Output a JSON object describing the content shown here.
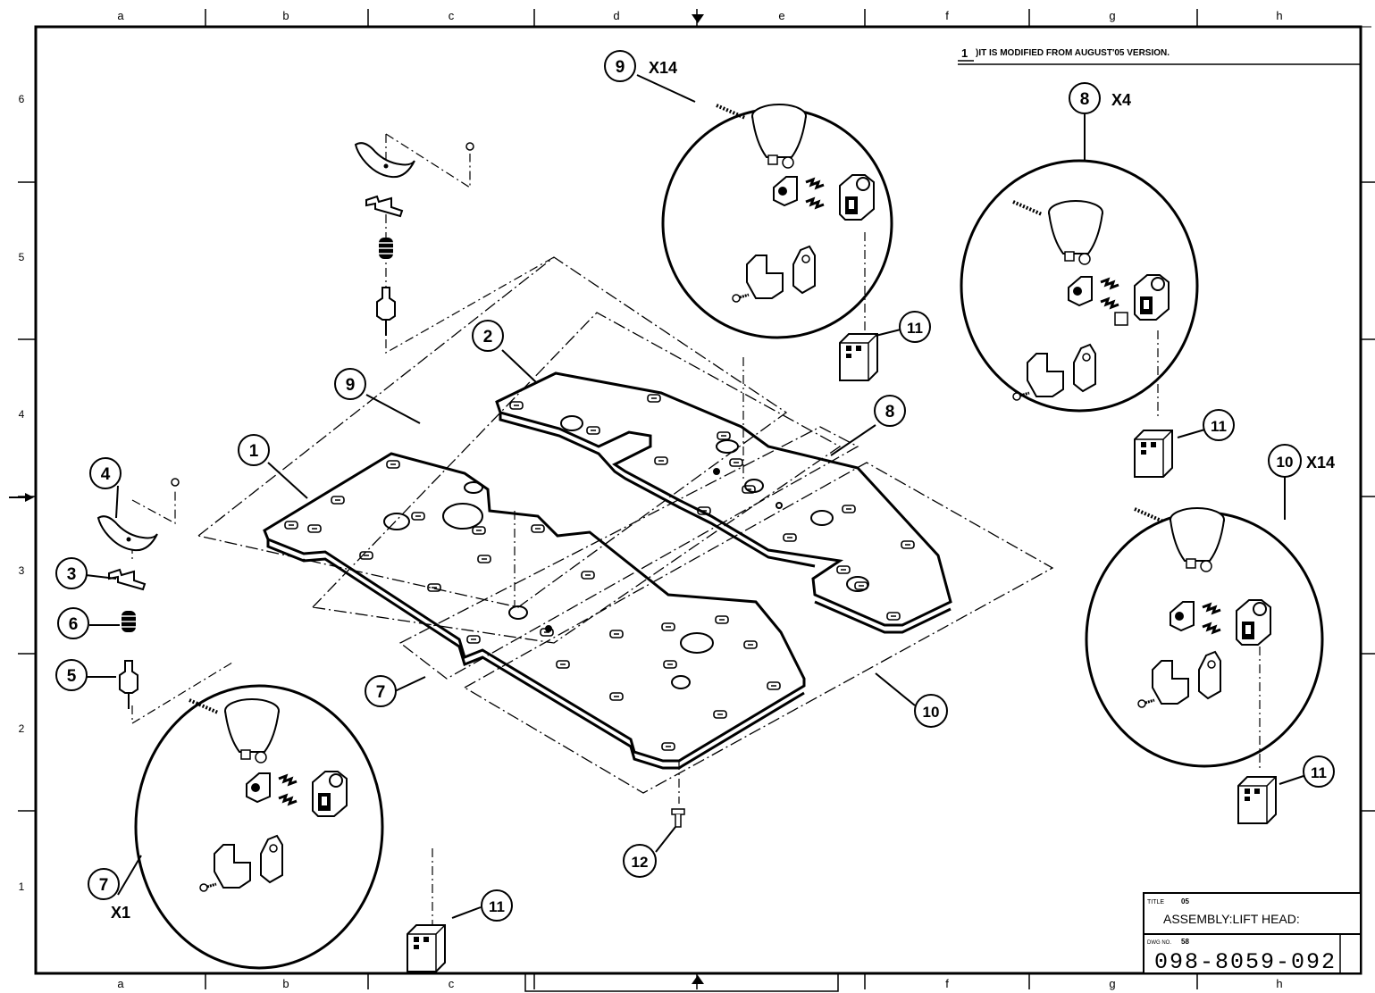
{
  "drawing": {
    "grid_columns": [
      "a",
      "b",
      "c",
      "d",
      "e",
      "f",
      "g",
      "h"
    ],
    "grid_rows": [
      "6",
      "5",
      "4",
      "3",
      "2",
      "1"
    ],
    "revision_note": {
      "marker": "1",
      "text": ")IT IS MODIFIED FROM AUGUST'05 VERSION."
    },
    "title_block": {
      "title_field": "TITLE",
      "title_code": "05",
      "title": "ASSEMBLY:LIFT HEAD:",
      "dwg_field": "DWG NO.",
      "dwg_code": "58",
      "drawing_number": "098-8059-092"
    },
    "callouts": [
      {
        "id": "c1",
        "number": "1"
      },
      {
        "id": "c2",
        "number": "2"
      },
      {
        "id": "c3",
        "number": "3"
      },
      {
        "id": "c4",
        "number": "4"
      },
      {
        "id": "c5",
        "number": "5"
      },
      {
        "id": "c6",
        "number": "6"
      },
      {
        "id": "c7a",
        "number": "7"
      },
      {
        "id": "c7b",
        "number": "7",
        "qty": "X1"
      },
      {
        "id": "c8a",
        "number": "8"
      },
      {
        "id": "c8b",
        "number": "8",
        "qty": "X4"
      },
      {
        "id": "c9a",
        "number": "9"
      },
      {
        "id": "c9b",
        "number": "9",
        "qty": "X14"
      },
      {
        "id": "c10a",
        "number": "10"
      },
      {
        "id": "c10b",
        "number": "10",
        "qty": "X14"
      },
      {
        "id": "c11a",
        "number": "11"
      },
      {
        "id": "c11b",
        "number": "11"
      },
      {
        "id": "c11c",
        "number": "11"
      },
      {
        "id": "c11d",
        "number": "11"
      },
      {
        "id": "c12",
        "number": "12"
      }
    ]
  },
  "colors": {
    "ink": "#000000",
    "paper": "#ffffff"
  }
}
